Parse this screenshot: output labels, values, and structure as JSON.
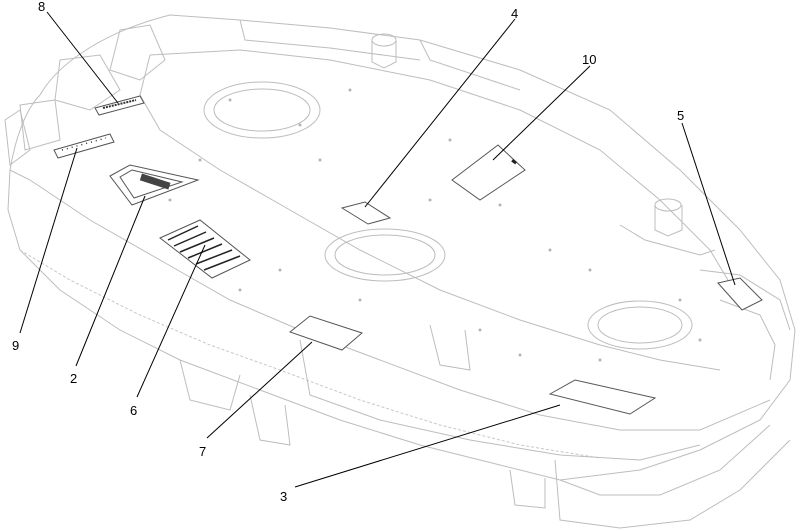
{
  "callouts": {
    "c1": "8",
    "c2": "4",
    "c3": "10",
    "c4": "5",
    "c5": "9",
    "c6": "2",
    "c7": "6",
    "c8": "7",
    "c9": "3"
  }
}
